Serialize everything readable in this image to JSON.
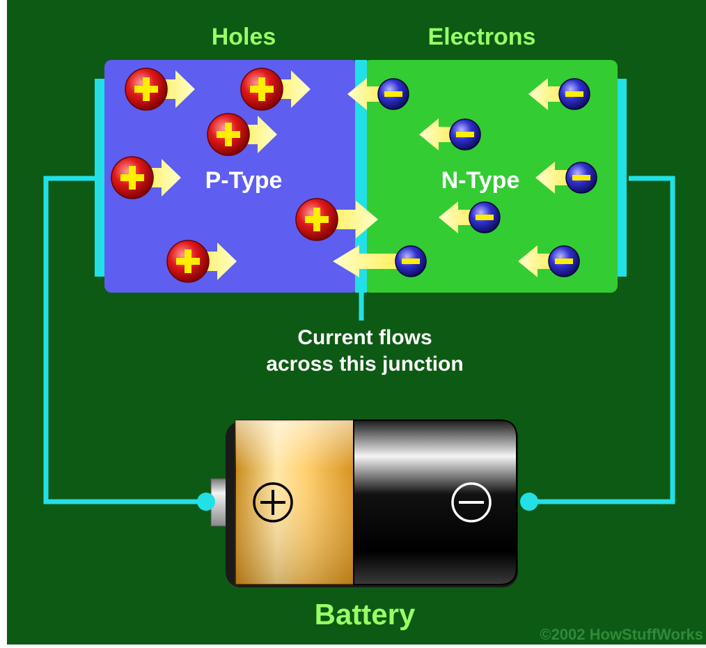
{
  "labels": {
    "holes": "Holes",
    "electrons": "Electrons",
    "p_type": "P-Type",
    "n_type": "N-Type",
    "junction_line1": "Current flows",
    "junction_line2": "across this junction",
    "battery": "Battery",
    "copyright": "©2002 HowStuffWorks"
  },
  "colors": {
    "background": "#0d5a14",
    "p_region": "#5e5ef0",
    "n_region": "#33cc33",
    "wire": "#22e0e6",
    "label_green": "#99ff66",
    "hole": "#e01010",
    "electron": "#2a2ac8",
    "sign_yellow": "#ffee00",
    "arrow": "#ffff66"
  },
  "icons": {
    "hole": "plus-circle-icon",
    "electron": "minus-circle-icon",
    "battery_positive": "plus-circle-outline-icon",
    "battery_negative": "minus-circle-outline-icon"
  }
}
